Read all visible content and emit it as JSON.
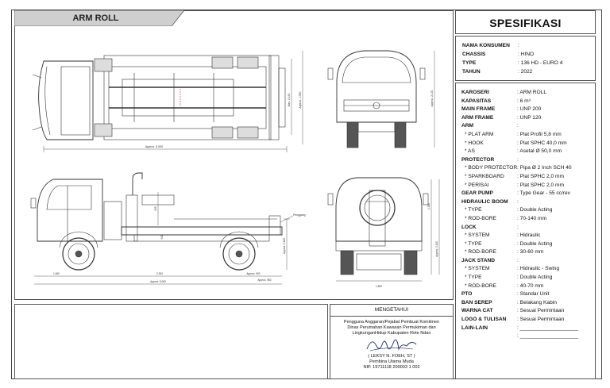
{
  "drawing": {
    "title": "ARM ROLL",
    "dims": {
      "top_length": "Approx. 5.000",
      "top_side_a": "Max. 2.150",
      "top_side_b": "Approx. 1.950",
      "front_width": "Approx. 2.130",
      "side_h1": "995",
      "side_h2": "910",
      "side_h3": "Approx. 2.100",
      "penggang": "Penggang",
      "ground": "Approx. 900",
      "bottom_a": "1.060",
      "bottom_b": "2.300",
      "bottom_c": "Approx. 960",
      "bottom_total": "Approx. 5.000",
      "rear_width": "1.800",
      "rear_h1": "1.380",
      "rear_h2": "Approx. 2.120"
    }
  },
  "spec": {
    "title": "SPESIFIKASI",
    "client": [
      {
        "label": "NAMA KONSUMEN",
        "value": ""
      },
      {
        "label": "CHASSIS",
        "value": "HINO"
      },
      {
        "label": "TYPE",
        "value": "136 HD - EURO 4"
      },
      {
        "label": "TAHUN",
        "value": "2022"
      }
    ],
    "rows": [
      {
        "label": "KAROSERI",
        "value": "ARM ROLL",
        "sub": false
      },
      {
        "label": "KAPASITAS",
        "value": "6 m³",
        "sub": false
      },
      {
        "label": "MAIN FRAME",
        "value": "UNP 200",
        "sub": false
      },
      {
        "label": "ARM FRAME",
        "value": "UNP 120",
        "sub": false
      },
      {
        "label": "ARM",
        "value": "",
        "sub": false
      },
      {
        "label": "PLAT ARM",
        "value": "Plat Profil 5,8 mm",
        "sub": true
      },
      {
        "label": "HOOK",
        "value": "Plat SPHC 40,0 mm",
        "sub": true
      },
      {
        "label": "AS",
        "value": "Asetal Ø 50,0 mm",
        "sub": true
      },
      {
        "label": "PROTECTOR",
        "value": "",
        "sub": false
      },
      {
        "label": "BODY PROTECTOR",
        "value": "Pipa Ø 2 Inch SCH 40",
        "sub": true
      },
      {
        "label": "SPARKBOARD",
        "value": "Plat SPHC 2,0 mm",
        "sub": true
      },
      {
        "label": "PERISAI",
        "value": "Plat SPHC 2,0 mm",
        "sub": true
      },
      {
        "label": "GEAR PUMP",
        "value": "Type Gear - 55 cc/rev",
        "sub": false
      },
      {
        "label": "HIDRAULIC BOOM",
        "value": "",
        "sub": false
      },
      {
        "label": "TYPE",
        "value": "Double Acting",
        "sub": true
      },
      {
        "label": "ROD-BORE",
        "value": "70-140 mm",
        "sub": true
      },
      {
        "label": "LOCK",
        "value": "",
        "sub": false
      },
      {
        "label": "SYSTEM",
        "value": "Hidraulic",
        "sub": true
      },
      {
        "label": "TYPE",
        "value": "Double Acting",
        "sub": true
      },
      {
        "label": "ROD-BORE",
        "value": "30-60 mm",
        "sub": true
      },
      {
        "label": "JACK STAND",
        "value": "",
        "sub": false
      },
      {
        "label": "SYSTEM",
        "value": "Hidraulic - Swing",
        "sub": true
      },
      {
        "label": "TYPE",
        "value": "Double Acting",
        "sub": true
      },
      {
        "label": "ROD-BORE",
        "value": "40-70 mm",
        "sub": true
      },
      {
        "label": "PTO",
        "value": "Standar Unit",
        "sub": false
      },
      {
        "label": "BAN SEREP",
        "value": "Belakang Kabin",
        "sub": false
      },
      {
        "label": "WARNA CAT",
        "value": "Sesuai Permintaan",
        "sub": false
      },
      {
        "label": "LOGO & TULISAN",
        "value": "Sesuai Permintaan",
        "sub": false
      },
      {
        "label": "LAIN-LAIN",
        "value": "____________________",
        "sub": false
      },
      {
        "label": "",
        "value": "____________________",
        "sub": false
      }
    ]
  },
  "approval": {
    "heading": "MENGETAHUI",
    "line1": "Pengguna Anggaran/Pejabat Pembuat Komitmen",
    "line2": "Dinas Perumahan Kawasan Permukiman dan",
    "line3": "LingkunganHidup Kabupaten Rote Ndao",
    "name": "( LEKSY N. FOEH, ST )",
    "rank": "Pembina Utama Muda",
    "nip": "NIP. 19711118 200003 1 002"
  }
}
